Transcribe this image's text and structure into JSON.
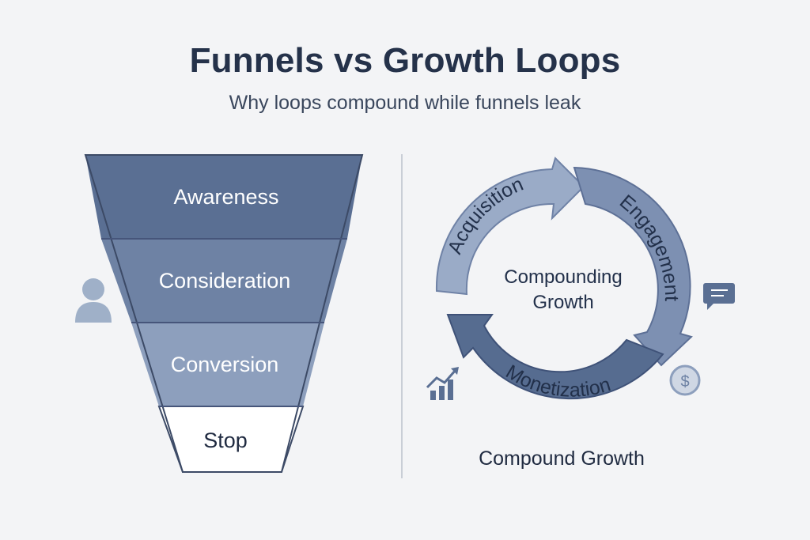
{
  "header": {
    "title": "Funnels vs Growth Loops",
    "subtitle": "Why loops compound while funnels leak"
  },
  "funnel": {
    "stages": [
      {
        "label": "Awareness",
        "color": "#5a6f93"
      },
      {
        "label": "Consideration",
        "color": "#6e82a4"
      },
      {
        "label": "Conversion",
        "color": "#8d9fbd"
      },
      {
        "label": "Stop",
        "color": "#ffffff"
      }
    ],
    "side_icon": "user-icon"
  },
  "loop": {
    "center_text_line1": "Compounding",
    "center_text_line2": "Growth",
    "segments": [
      {
        "label": "Acquisition",
        "color": "#9aabc7"
      },
      {
        "label": "Engagement",
        "color": "#7d90b2"
      },
      {
        "label": "Monetization",
        "color": "#566c90"
      }
    ],
    "icons": [
      "chat-icon",
      "dollar-coin-icon",
      "growth-chart-icon"
    ],
    "caption": "Compound Growth"
  }
}
